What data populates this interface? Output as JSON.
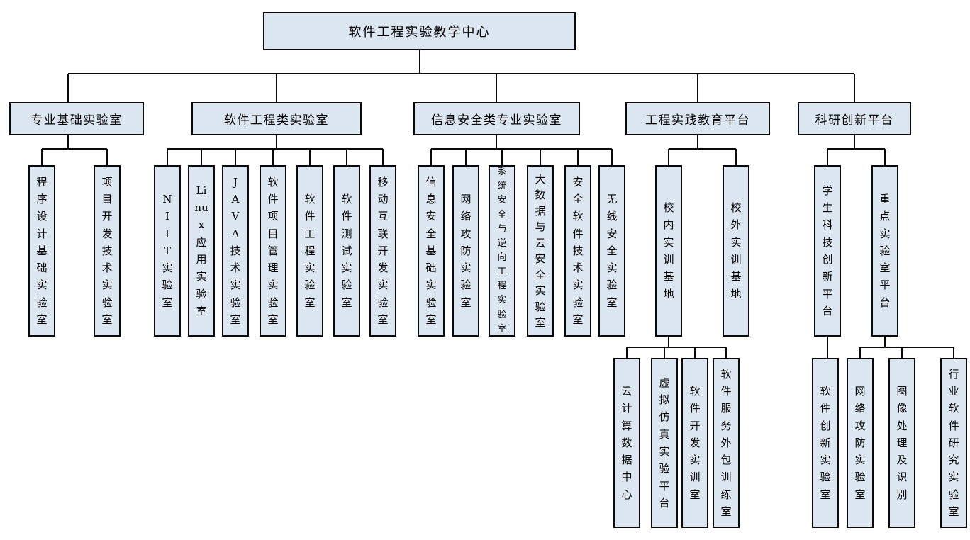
{
  "diagram": {
    "type": "org-chart",
    "colors": {
      "box_fill": "#dce6f1",
      "box_border": "#0a0a0a",
      "line": "#0a0a0a",
      "text": "#000000",
      "background": "#ffffff"
    },
    "root": {
      "label": "软件工程实验教学中心"
    },
    "branches": [
      {
        "label": "专业基础实验室",
        "children": [
          {
            "label": "程序设计基础实验室",
            "display": "程\n序\n设\n计\n基\n础\n实\n验\n室"
          },
          {
            "label": "项目开发技术实验室",
            "display": "项\n目\n开\n发\n技\n术\n实\n验\n室"
          }
        ]
      },
      {
        "label": "软件工程类实验室",
        "children": [
          {
            "label": "NIIT实验室",
            "display": "N\nI\nI\nT\n实\n验\n室"
          },
          {
            "label": "Linux应用实验室",
            "display": "Li\nnu\nx\n应\n用\n实\n验\n室"
          },
          {
            "label": "JAVA技术实验室",
            "display": "J\nA\nV\nA\n技\n术\n实\n验\n室"
          },
          {
            "label": "软件项目管理实验室",
            "display": "软\n件\n项\n目\n管\n理\n实\n验\n室"
          },
          {
            "label": "软件工程实验室",
            "display": "软\n件\n工\n程\n实\n验\n室"
          },
          {
            "label": "软件测试实验室",
            "display": "软\n件\n测\n试\n实\n验\n室"
          },
          {
            "label": "移动互联开发实验室",
            "display": "移\n动\n互\n联\n开\n发\n实\n验\n室"
          }
        ]
      },
      {
        "label": "信息安全类专业实验室",
        "children": [
          {
            "label": "信息安全基础实验室",
            "display": "信\n息\n安\n全\n基\n础\n实\n验\n室"
          },
          {
            "label": "网络攻防实验室",
            "display": "网\n络\n攻\n防\n实\n验\n室"
          },
          {
            "label": "系统安全与逆向工程实验室",
            "display": "系\n统\n安\n全\n与\n逆\n向\n工\n程\n实\n验\n室"
          },
          {
            "label": "大数据与云安全实验室",
            "display": "大\n数\n据\n与\n云\n安\n全\n实\n验\n室"
          },
          {
            "label": "安全软件技术实验室",
            "display": "安\n全\n软\n件\n技\n术\n实\n验\n室"
          },
          {
            "label": "无线安全实验室",
            "display": "无\n线\n安\n全\n实\n验\n室"
          }
        ]
      },
      {
        "label": "工程实践教育平台",
        "children": [
          {
            "label": "校内实训基地",
            "display": "校\n内\n实\n训\n基\n地",
            "children": [
              {
                "label": "云计算数据中心",
                "display": "云\n计\n算\n数\n据\n中\n心"
              },
              {
                "label": "虚拟仿真实验平台",
                "display": "虚\n拟\n仿\n真\n实\n验\n平\n台"
              },
              {
                "label": "软件开发实训室",
                "display": "软\n件\n开\n发\n实\n训\n室"
              },
              {
                "label": "软件服务外包训练室",
                "display": "软\n件\n服\n务\n外\n包\n训\n练\n室"
              }
            ]
          },
          {
            "label": "校外实训基地",
            "display": "校\n外\n实\n训\n基\n地",
            "children": []
          }
        ]
      },
      {
        "label": "科研创新平台",
        "children": [
          {
            "label": "学生科技创新平台",
            "display": "学\n生\n科\n技\n创\n新\n平\n台",
            "children": [
              {
                "label": "软件创新实验室",
                "display": "软\n件\n创\n新\n实\n验\n室"
              }
            ]
          },
          {
            "label": "重点实验室平台",
            "display": "重\n点\n实\n验\n室\n平\n台",
            "children": [
              {
                "label": "网络攻防实验室",
                "display": "网\n络\n攻\n防\n实\n验\n室"
              },
              {
                "label": "图像处理及识别",
                "display": "图\n像\n处\n理\n及\n识\n别"
              },
              {
                "label": "行业软件研究实验室",
                "display": "行\n业\n软\n件\n研\n究\n实\n验\n室"
              }
            ]
          }
        ]
      }
    ]
  }
}
